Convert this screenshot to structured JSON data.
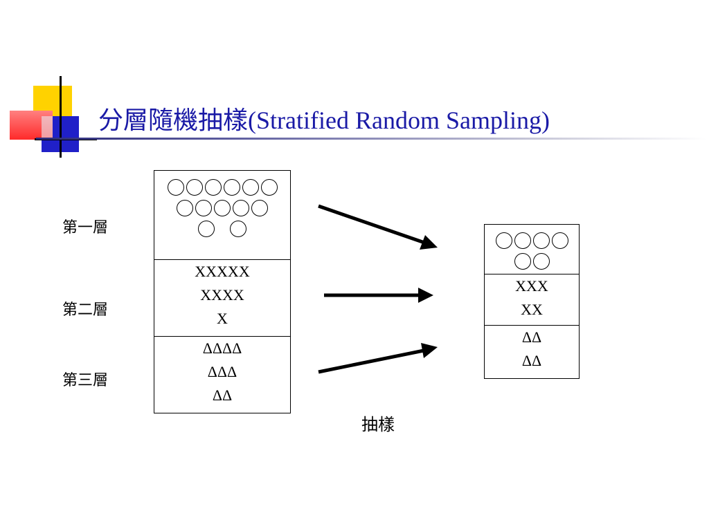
{
  "title": {
    "chinese": "分層隨機抽樣",
    "english": "(Stratified Random Sampling)"
  },
  "strata_labels": [
    "第一層",
    "第二層",
    "第三層"
  ],
  "population": {
    "stratum1_circle_rows": [
      6,
      5,
      2
    ],
    "stratum2_lines": [
      "XXXXX",
      "XXXX",
      "X"
    ],
    "stratum3_lines": [
      "ΔΔΔΔ",
      "ΔΔΔ",
      "ΔΔ"
    ]
  },
  "sample": {
    "stratum1_circle_rows": [
      4,
      2
    ],
    "stratum2_lines": [
      "XXX",
      "XX"
    ],
    "stratum3_lines": [
      "ΔΔ",
      "ΔΔ"
    ]
  },
  "sampling_label": "抽樣",
  "colors": {
    "title": "#1a1aa6",
    "yellow": "#ffd200",
    "red": "#ff3a3a",
    "blue": "#2020c8"
  }
}
